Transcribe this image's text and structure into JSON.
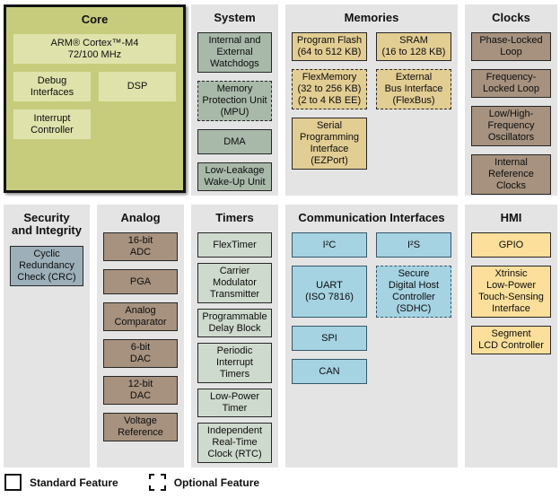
{
  "colors": {
    "core_bg": "#c7cc7d",
    "core_block": "#dfe3ab",
    "panel_bg": "#e4e4e4",
    "system": "#a8b9a9",
    "memories": "#e2cd93",
    "clocks": "#a6927f",
    "security": "#9dafb9",
    "analog": "#a6927f",
    "timers": "#cedacd",
    "comm": "#a5d3e2",
    "hmi": "#fbdf9b"
  },
  "panels": {
    "core": {
      "title": "Core",
      "blocks": [
        {
          "label": "ARM® Cortex™-M4\n72/100 MHz"
        },
        {
          "label": "Debug\nInterfaces"
        },
        {
          "label": "DSP"
        },
        {
          "label": "Interrupt\nController"
        }
      ]
    },
    "system": {
      "title": "System",
      "blocks": [
        {
          "label": "Internal and\nExternal\nWatchdogs",
          "optional": false
        },
        {
          "label": "Memory\nProtection Unit\n(MPU)",
          "optional": true
        },
        {
          "label": "DMA",
          "optional": false
        },
        {
          "label": "Low-Leakage\nWake-Up Unit",
          "optional": false
        }
      ]
    },
    "memories": {
      "title": "Memories",
      "blocks": [
        {
          "label": "Program Flash\n(64 to 512 KB)",
          "optional": false
        },
        {
          "label": "SRAM\n(16 to 128 KB)",
          "optional": false
        },
        {
          "label": "FlexMemory\n(32 to 256 KB)\n(2 to 4 KB EE)",
          "optional": true
        },
        {
          "label": "External\nBus Interface\n(FlexBus)",
          "optional": true
        },
        {
          "label": "Serial\nProgramming\nInterface\n(EZPort)",
          "optional": false
        }
      ]
    },
    "clocks": {
      "title": "Clocks",
      "blocks": [
        {
          "label": "Phase-Locked\nLoop",
          "optional": false
        },
        {
          "label": "Frequency-\nLocked Loop",
          "optional": false
        },
        {
          "label": "Low/High-\nFrequency\nOscillators",
          "optional": false
        },
        {
          "label": "Internal\nReference\nClocks",
          "optional": false
        }
      ]
    },
    "security": {
      "title": "Security\nand Integrity",
      "blocks": [
        {
          "label": "Cyclic\nRedundancy\nCheck (CRC)",
          "optional": false
        }
      ]
    },
    "analog": {
      "title": "Analog",
      "blocks": [
        {
          "label": "16-bit\nADC",
          "optional": false
        },
        {
          "label": "PGA",
          "optional": false
        },
        {
          "label": "Analog\nComparator",
          "optional": false
        },
        {
          "label": "6-bit\nDAC",
          "optional": false
        },
        {
          "label": "12-bit\nDAC",
          "optional": false
        },
        {
          "label": "Voltage\nReference",
          "optional": false
        }
      ]
    },
    "timers": {
      "title": "Timers",
      "blocks": [
        {
          "label": "FlexTimer",
          "optional": false
        },
        {
          "label": "Carrier\nModulator\nTransmitter",
          "optional": false
        },
        {
          "label": "Programmable\nDelay Block",
          "optional": false
        },
        {
          "label": "Periodic\nInterrupt\nTimers",
          "optional": false
        },
        {
          "label": "Low-Power\nTimer",
          "optional": false
        },
        {
          "label": "Independent\nReal-Time\nClock (RTC)",
          "optional": false
        }
      ]
    },
    "comm": {
      "title": "Communication Interfaces",
      "blocks": [
        {
          "label": "I²C",
          "optional": false
        },
        {
          "label": "I²S",
          "optional": false
        },
        {
          "label": "UART\n(ISO 7816)",
          "optional": false
        },
        {
          "label": "Secure\nDigital Host\nController\n(SDHC)",
          "optional": true
        },
        {
          "label": "SPI",
          "optional": false
        },
        {
          "label": "CAN",
          "optional": false
        }
      ]
    },
    "hmi": {
      "title": "HMI",
      "blocks": [
        {
          "label": "GPIO",
          "optional": false
        },
        {
          "label": "Xtrinsic\nLow-Power\nTouch-Sensing\nInterface",
          "optional": false
        },
        {
          "label": "Segment\nLCD Controller",
          "optional": false
        }
      ]
    }
  },
  "legend": {
    "standard_label": "Standard Feature",
    "optional_label": "Optional Feature"
  }
}
